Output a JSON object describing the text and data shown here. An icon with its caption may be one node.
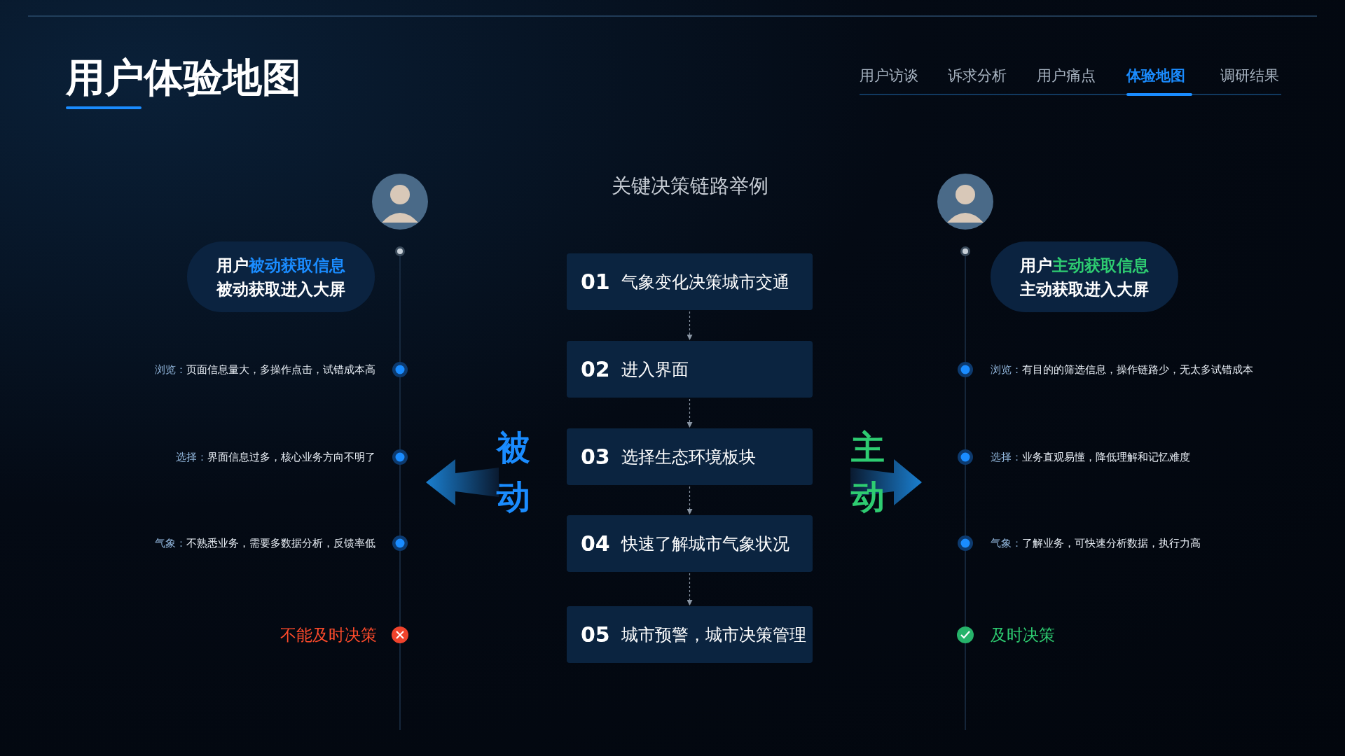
{
  "diagram": {
    "nodes": [
      {
        "text": [
          "01",
          "气象变化决策城市交通"
        ]
      },
      {
        "text": [
          "02",
          "进入界面"
        ]
      },
      {
        "text": [
          "03",
          "选择生态环境板块"
        ]
      },
      {
        "text": [
          "04",
          "快速了解城市气象状况"
        ]
      },
      {
        "text": [
          "05",
          "城市预警，城市决策管理"
        ]
      },
      {
        "text": [
          "用户",
          "被动获取信息",
          "被动获取进入大屏"
        ]
      },
      {
        "text": [
          "用户",
          "主动获取信息",
          "主动获取进入大屏"
        ]
      }
    ],
    "edges": [
      {
        "from": 0,
        "to": 1,
        "arrow": "to",
        "style": "dashed"
      },
      {
        "from": 1,
        "to": 2,
        "arrow": "to",
        "style": "dashed"
      },
      {
        "from": 2,
        "to": 3,
        "arrow": "to",
        "style": "dashed"
      },
      {
        "from": 3,
        "to": 4,
        "arrow": "to",
        "style": "dashed"
      }
    ],
    "labels": [
      "用户体验地图",
      "用户访谈",
      "诉求分析",
      "用户痛点",
      "体验地图",
      "调研结果",
      "关键决策链路举例",
      "浏览：",
      "页面信息量大，多操作点击，试错成本高",
      "浏览：",
      "有目的的筛选信息，操作链路少，无太多试错成本",
      "选择：",
      "界面信息过多，核心业务方向不明了",
      "选择：",
      "业务直观易懂，降低理解和记忆难度",
      "被动",
      "主动",
      "气象：",
      "不熟悉业务，需要多数据分析，反馈率低",
      "气象：",
      "了解业务，可快速分析数据，执行力高",
      "不能及时决策",
      "及时决策"
    ]
  }
}
